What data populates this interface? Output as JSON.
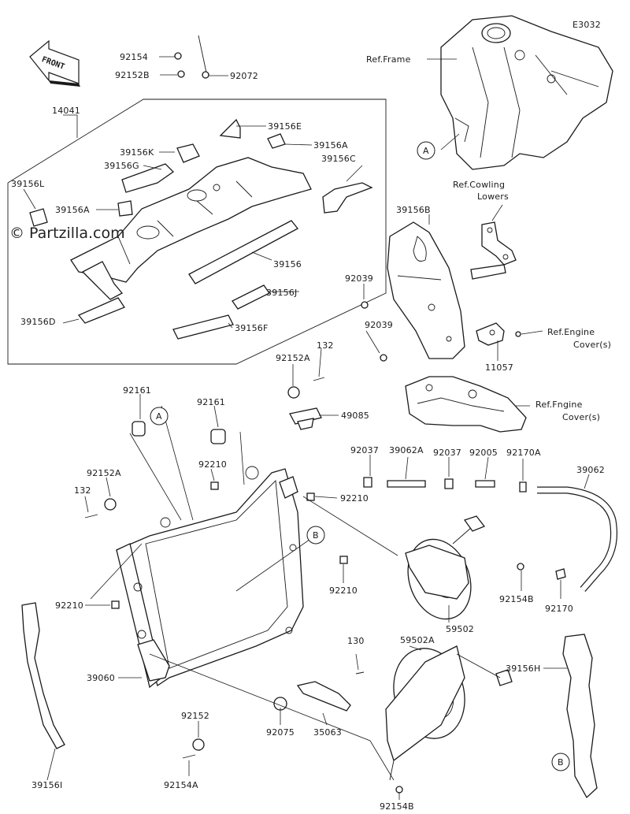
{
  "diagram_code": "E3032",
  "watermark": "© Partzilla.com",
  "front_label": "FRONT",
  "callouts": [
    "A",
    "A",
    "B",
    "B"
  ],
  "references": {
    "frame": "Ref.Frame",
    "cowling_1": "Ref.Cowling",
    "cowling_2": "Lowers",
    "engine_cover_1a": "Ref.Engine",
    "engine_cover_1b": "Cover(s)",
    "engine_cover_2a": "Ref.Fngine",
    "engine_cover_2b": "Cover(s)"
  },
  "part_labels": [
    "92154",
    "92152B",
    "92072",
    "14041",
    "39156E",
    "39156K",
    "39156A",
    "39156G",
    "39156C",
    "39156L",
    "39156A",
    "39156B",
    "39156",
    "92039",
    "39156J",
    "92039",
    "39156D",
    "39156F",
    "11057",
    "132",
    "92152A",
    "92161",
    "92161",
    "49085",
    "92037",
    "39062A",
    "92037",
    "92005",
    "92170A",
    "39062",
    "92210",
    "92152A",
    "132",
    "92210",
    "92210",
    "92154B",
    "92170",
    "92210",
    "59502",
    "130",
    "59502A",
    "39156H",
    "39060",
    "92075",
    "35063",
    "92152",
    "92154A",
    "39156I",
    "92154B"
  ]
}
